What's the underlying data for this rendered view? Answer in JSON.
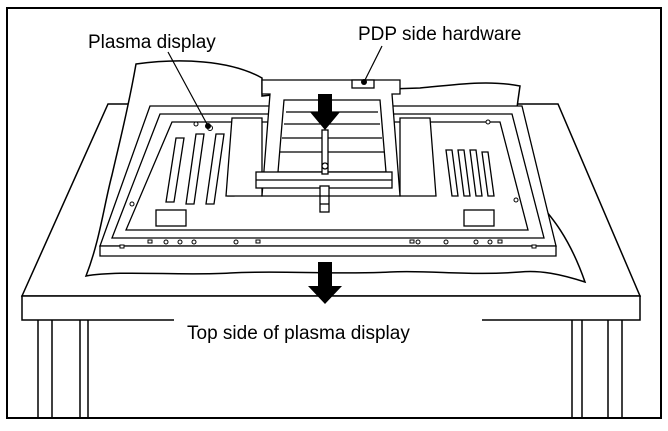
{
  "labels": {
    "plasma_display": "Plasma display",
    "pdp_side_hardware": "PDP side hardware",
    "top_side": "Top side of plasma display"
  },
  "colors": {
    "ink": "#000000",
    "paper": "#ffffff"
  },
  "icons": {
    "direction_arrow": "down-arrow-icon",
    "callout_dot": "callout-dot-icon"
  }
}
